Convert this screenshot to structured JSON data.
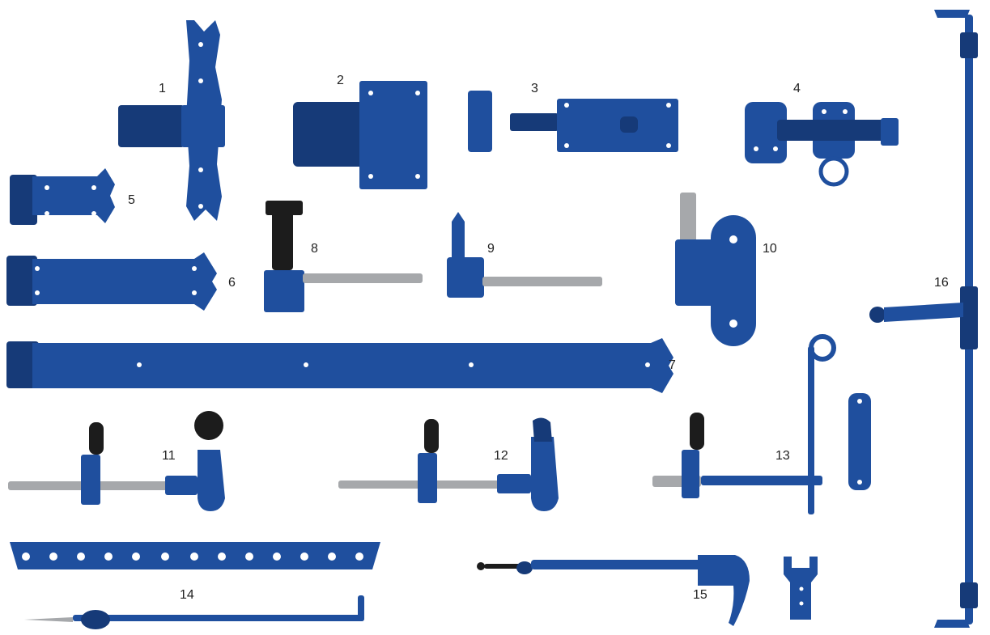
{
  "palette": {
    "hardware_blue": "#1f4f9e",
    "hardware_blue_dark": "#163a78",
    "steel": "#a6a8ab",
    "black": "#1c1c1c",
    "background": "#ffffff"
  },
  "labels": {
    "n1": "1",
    "n2": "2",
    "n3": "3",
    "n4": "4",
    "n5": "5",
    "n6": "6",
    "n7": "7",
    "n8": "8",
    "n9": "9",
    "n10": "10",
    "n11": "11",
    "n12": "12",
    "n13": "13",
    "n14": "14",
    "n15": "15",
    "n16": "16"
  }
}
